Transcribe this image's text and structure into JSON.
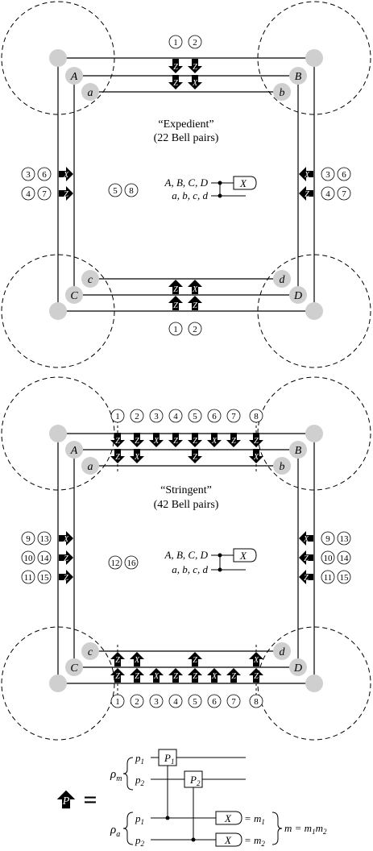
{
  "expedient": {
    "title": "“Expedient”",
    "subtitle": "(22 Bell pairs)",
    "nodes_upper": [
      "A",
      "B",
      "C",
      "D"
    ],
    "nodes_lower": [
      "a",
      "b",
      "c",
      "d"
    ],
    "gate_row_upper": "A, B, C, D",
    "gate_row_lower": "a, b, c, d",
    "gate_label": "X",
    "center_steps": [
      "5",
      "8"
    ],
    "top_steps": [
      "1",
      "2"
    ],
    "bottom_steps": [
      "1",
      "2"
    ],
    "side_steps": [
      [
        "3",
        "6"
      ],
      [
        "4",
        "7"
      ]
    ],
    "top_ops_row1": [
      "Z",
      "Z"
    ],
    "top_ops_row2": [
      "Z",
      "X"
    ],
    "bottom_ops_row1": [
      "Z",
      "X"
    ],
    "bottom_ops_row2": [
      "Z",
      "Z"
    ],
    "left_ops": [
      "X",
      "Z"
    ],
    "right_ops": [
      "X",
      "Z"
    ]
  },
  "stringent": {
    "title": "“Stringent”",
    "subtitle": "(42 Bell pairs)",
    "nodes_upper": [
      "A",
      "B",
      "C",
      "D"
    ],
    "nodes_lower": [
      "a",
      "b",
      "c",
      "d"
    ],
    "gate_row_upper": "A, B, C, D",
    "gate_row_lower": "a, b, c, d",
    "gate_label": "X",
    "center_steps": [
      "12",
      "16"
    ],
    "top_steps": [
      "1",
      "2",
      "3",
      "4",
      "5",
      "6",
      "7",
      "8"
    ],
    "bottom_steps": [
      "1",
      "2",
      "3",
      "4",
      "5",
      "6",
      "7",
      "8"
    ],
    "side_steps": [
      [
        "9",
        "13"
      ],
      [
        "10",
        "14"
      ],
      [
        "11",
        "15"
      ]
    ],
    "top_ops_row1": [
      "Z",
      "Z",
      "X",
      "Z",
      "Z",
      "X",
      "Z",
      "Z"
    ],
    "top_ops_row2": [
      "Z",
      "X",
      "Z",
      "X"
    ],
    "bottom_ops_row1": [
      "Z",
      "X",
      "Z",
      "X"
    ],
    "bottom_ops_row2": [
      "Z",
      "Z",
      "X",
      "Z",
      "Z",
      "X",
      "Z",
      "Z"
    ],
    "left_ops": [
      "X",
      "Z",
      "Z"
    ],
    "right_ops": [
      "X",
      "Z",
      "Z"
    ]
  },
  "legend": {
    "arrow_label": "P",
    "equals": "=",
    "rho_m": "ρ",
    "rho_m_sub": "m",
    "rho_a": "ρ",
    "rho_a_sub": "a",
    "p1": "p",
    "p1_sub": "1",
    "p2": "p",
    "p2_sub": "2",
    "P1": "P",
    "P1_sub": "1",
    "P2": "P",
    "P2_sub": "2",
    "meas_label": "X",
    "m1": "= m",
    "m1_sub": "1",
    "m2": "= m",
    "m2_sub": "2",
    "result": "m = m",
    "result_sub1": "1",
    "result_m2": "m",
    "result_sub2": "2"
  }
}
